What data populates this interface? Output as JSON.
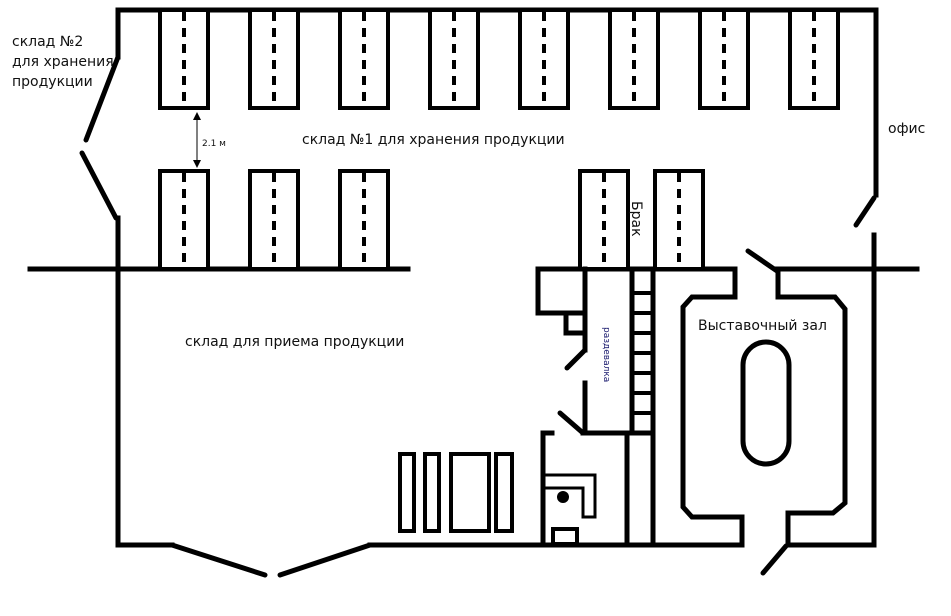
{
  "plan": {
    "warehouse2_label": [
      "склад №2",
      "для хранения",
      "продукции"
    ],
    "warehouse1_label": "склад №1 для хранения продукции",
    "office_label": "офис",
    "defect_label": "Брак",
    "locker_room_label": "раздевалка",
    "showroom_label": "Выставочный зал",
    "receiving_label": "склад для приема продукции",
    "aisle_dimension": "2.1 м"
  },
  "colors": {
    "wall": "#000000",
    "background": "#ffffff",
    "locker_text": "#1a1a6e"
  }
}
